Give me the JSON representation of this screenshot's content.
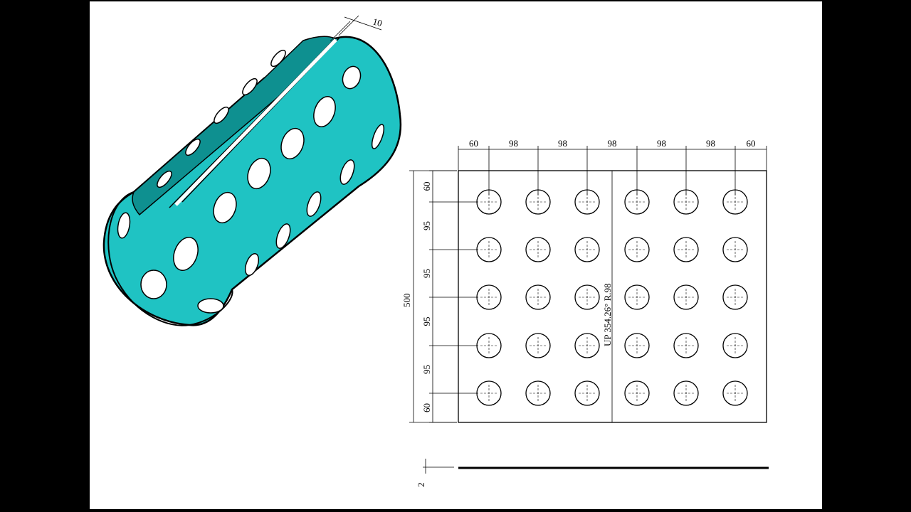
{
  "colors": {
    "body": "#1FC3C3",
    "body_shade": "#0E9090",
    "line": "#000000",
    "paper": "#ffffff"
  },
  "iso": {
    "slot_dim": "10"
  },
  "flat": {
    "col_dims": [
      "60",
      "98",
      "98",
      "98",
      "98",
      "98",
      "60"
    ],
    "row_dims": [
      "60",
      "95",
      "95",
      "95",
      "95",
      "60"
    ],
    "total_height": "500",
    "bend_note": "UP 354.26° R.98",
    "thickness": "2"
  }
}
